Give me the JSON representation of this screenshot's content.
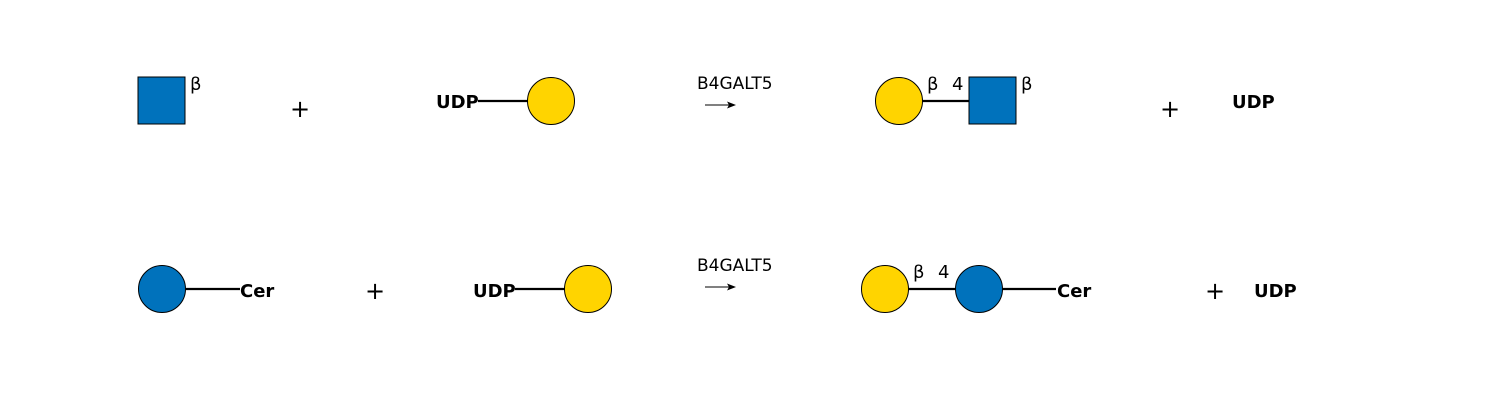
{
  "colors": {
    "glcnac_blue": "#0072BC",
    "gal_yellow": "#FFD400",
    "glc_blue": "#0072BC",
    "outline": "#000000"
  },
  "reactions": [
    {
      "substrate_1": {
        "residue": "GlcNAc (blue square)",
        "anomer": "β"
      },
      "plus_1": "+",
      "substrate_2": {
        "donor": "UDP",
        "residue": "Gal (yellow circle)"
      },
      "enzyme": "B4GALT5",
      "product": {
        "residue_1": "Gal (yellow circle)",
        "anomer_1": "β",
        "position": "4",
        "residue_2": "GlcNAc (blue square)",
        "anomer_2": "β"
      },
      "plus_2": "+",
      "byproduct": "UDP"
    },
    {
      "substrate_1": {
        "residue": "Glc (blue circle)",
        "aglycone": "Cer"
      },
      "plus_1": "+",
      "substrate_2": {
        "donor": "UDP",
        "residue": "Gal (yellow circle)"
      },
      "enzyme": "B4GALT5",
      "product": {
        "residue_1": "Gal (yellow circle)",
        "anomer_1": "β",
        "position": "4",
        "residue_2": "Glc (blue circle)",
        "aglycone": "Cer"
      },
      "plus_2": "+",
      "byproduct": "UDP"
    }
  ]
}
